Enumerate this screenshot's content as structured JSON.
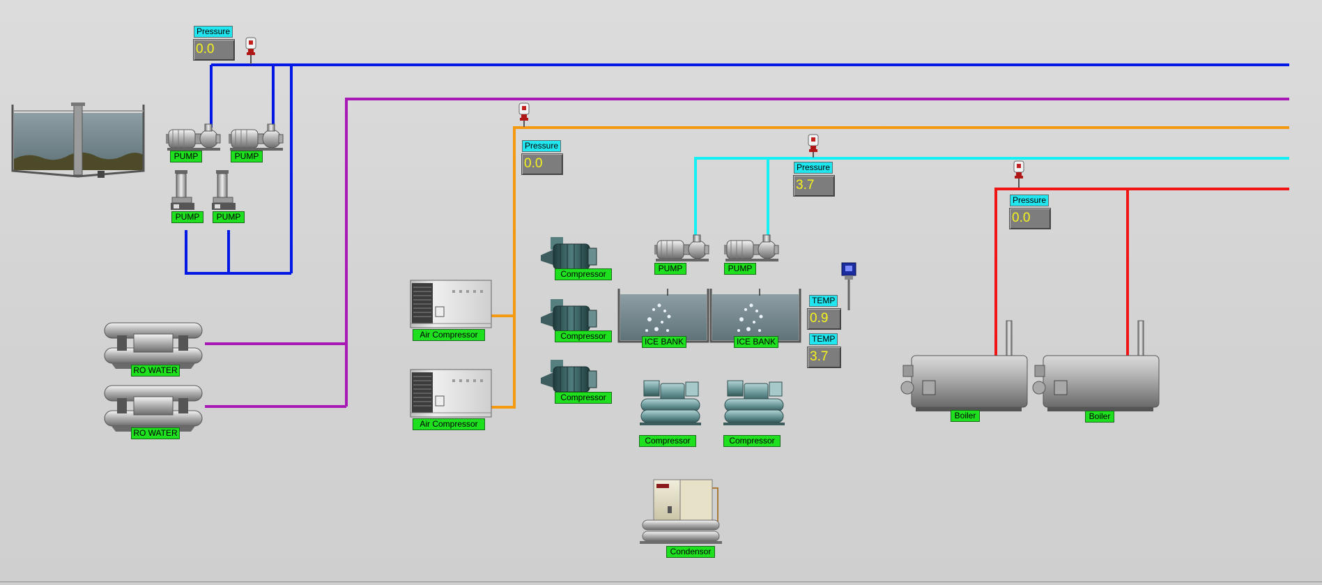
{
  "colors": {
    "water_line": "#0018e6",
    "ro_line": "#a818b4",
    "air_line": "#f59a10",
    "chilled_line": "#14f0f4",
    "steam_line": "#f01414",
    "label_green": "#1ee01e",
    "readout_title": "#22e6ef",
    "readout_value": "#f6f31e"
  },
  "readouts": {
    "water_pressure": {
      "title": "Pressure",
      "value": "0.0"
    },
    "air_pressure": {
      "title": "Pressure",
      "value": "0.0"
    },
    "chilled_pressure": {
      "title": "Pressure",
      "value": "3.7"
    },
    "steam_pressure": {
      "title": "Pressure",
      "value": "0.0"
    },
    "ice_temp_1": {
      "title": "TEMP",
      "value": "0.9"
    },
    "ice_temp_2": {
      "title": "TEMP",
      "value": "3.7"
    }
  },
  "labels": {
    "pump": "PUMP",
    "ro_water": "RO WATER",
    "air_compressor": "Air Compressor",
    "compressor": "Compressor",
    "ice_bank": "ICE BANK",
    "boiler": "Boiler",
    "condensor": "Condensor"
  },
  "icons": {
    "pressure_transmitter": "pressure-transmitter-icon",
    "temp_probe": "temperature-probe-icon"
  }
}
